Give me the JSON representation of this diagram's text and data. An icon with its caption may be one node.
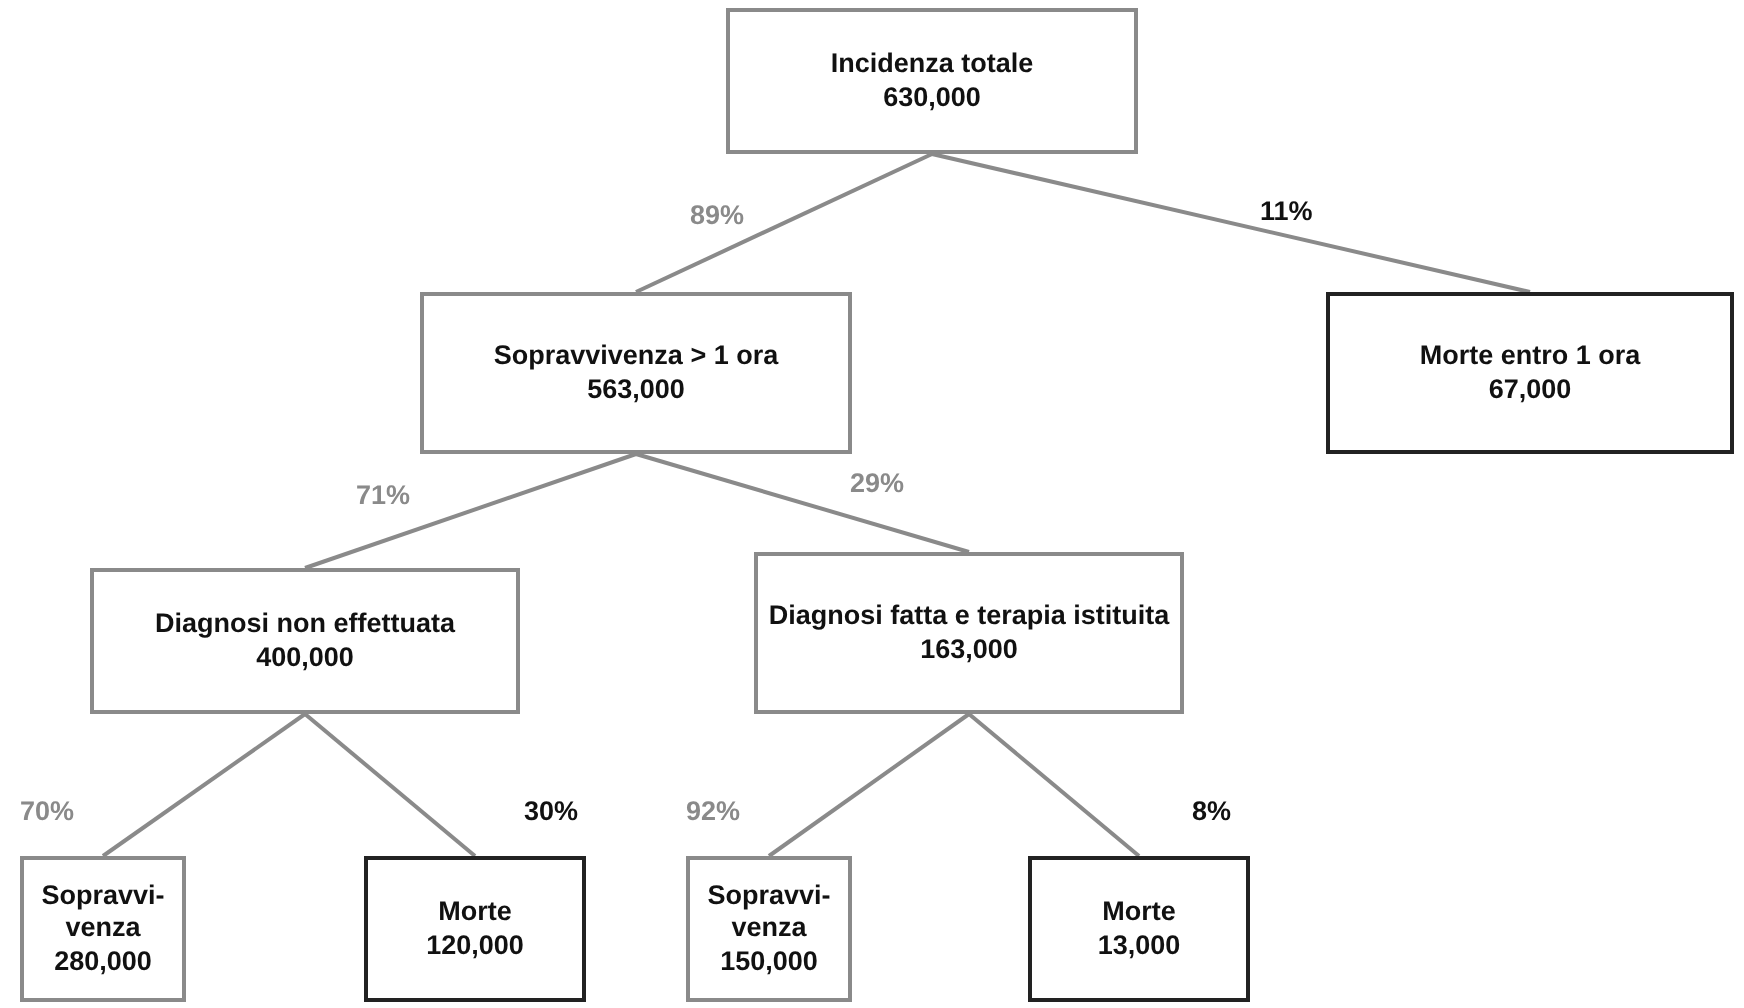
{
  "diagram": {
    "nodes": [
      {
        "text": [
          "Incidenza totale",
          "630,000"
        ]
      },
      {
        "text": [
          "Sopravvivenza > 1 ora",
          "563,000"
        ]
      },
      {
        "text": [
          "Morte entro 1 ora",
          "67,000"
        ]
      },
      {
        "text": [
          "Diagnosi non effettuata",
          "400,000"
        ]
      },
      {
        "text": [
          "Diagnosi fatta e terapia istituita",
          "163,000"
        ]
      },
      {
        "text": [
          "Sopravvi- venza",
          "280,000"
        ]
      },
      {
        "text": [
          "Morte",
          "120,000"
        ]
      },
      {
        "text": [
          "Sopravvi- venza",
          "150,000"
        ]
      },
      {
        "text": [
          "Morte",
          "13,000"
        ]
      }
    ],
    "edges": [
      {
        "from": 0,
        "to": 1,
        "arrow": "none",
        "label": "89%"
      },
      {
        "from": 0,
        "to": 2,
        "arrow": "none",
        "label": "11%"
      },
      {
        "from": 1,
        "to": 3,
        "arrow": "none",
        "label": "71%"
      },
      {
        "from": 1,
        "to": 4,
        "arrow": "none",
        "label": "29%"
      },
      {
        "from": 3,
        "to": 5,
        "arrow": "none",
        "label": "70%"
      },
      {
        "from": 3,
        "to": 6,
        "arrow": "none",
        "label": "30%"
      },
      {
        "from": 4,
        "to": 7,
        "arrow": "none",
        "label": "92%"
      },
      {
        "from": 4,
        "to": 8,
        "arrow": "none",
        "label": "8%"
      }
    ]
  }
}
